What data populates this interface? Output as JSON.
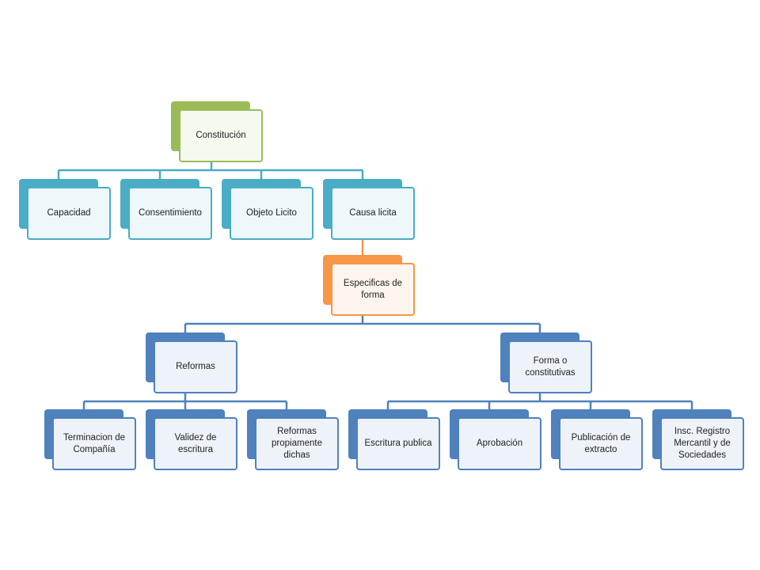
{
  "colors": {
    "green": "#9bbb59",
    "teal": "#4bacc6",
    "orange": "#f79646",
    "blue": "#4f81bd"
  },
  "nodes": {
    "constitucion": "Constitución",
    "capacidad": "Capacidad",
    "consentimiento": "Consentimiento",
    "objeto_licito": "Objeto Licito",
    "causa_licita": "Causa licita",
    "especificas_forma": "Especificas de forma",
    "reformas": "Reformas",
    "forma_constitutivas": "Forma o constitutivas",
    "terminacion_compania": "Terminacion de Compañía",
    "validez_escritura": "Validez de escritura",
    "reformas_propiamente": "Reformas propiamente dichas",
    "escritura_publica": "Escritura publica",
    "aprobacion": "Aprobación",
    "publicacion_extracto": "Publicación de extracto",
    "insc_registro": "Insc. Registro Mercantil y de Sociedades"
  }
}
